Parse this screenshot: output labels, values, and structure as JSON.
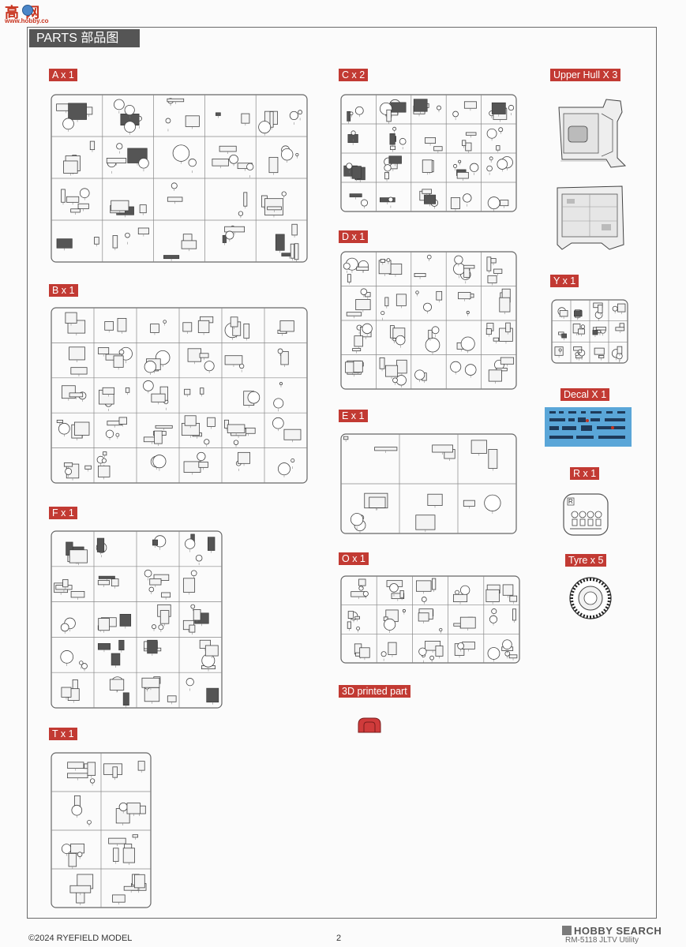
{
  "watermark": {
    "main": "高 网",
    "sub": "www.hobby.co"
  },
  "header": {
    "title": "PARTS  部品图"
  },
  "labels": {
    "A": "A x 1",
    "B": "B x 1",
    "C": "C x 2",
    "D": "D x 1",
    "E": "E x 1",
    "F": "F x 1",
    "O": "O x 1",
    "T": "T x 1",
    "upper_hull": "Upper Hull X 3",
    "Y": "Y x 1",
    "decal": "Decal X 1",
    "R": "R x 1",
    "tyre": "Tyre x 5",
    "printed": "3D printed part"
  },
  "sprue_letter": {
    "R": "R"
  },
  "colors": {
    "label_bg": "#c23a33",
    "header_bg": "#555555",
    "decal": "#5aa6d8",
    "printed_part": "#cf3b3b"
  },
  "footer": {
    "copyright": "©2024 RYEFIELD MODEL",
    "page": "2",
    "product": "RM-5118 JLTV Utility"
  },
  "hobbysearch": "HOBBY SEARCH"
}
